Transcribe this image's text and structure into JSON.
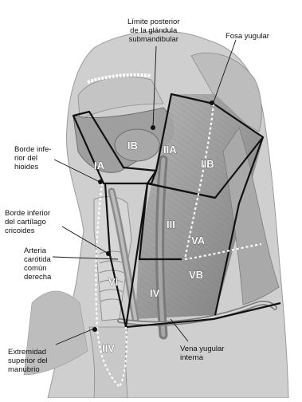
{
  "figure": {
    "labels": {
      "limite": [
        "Límite posterior",
        "de la glándula",
        "submandibular"
      ],
      "fosa": [
        "Fosa yugular"
      ],
      "borde_hioides": [
        "Borde infe-",
        "rior del",
        "hioides"
      ],
      "borde_cricoides": [
        "Borde inferior",
        "del cartílago",
        "cricoides"
      ],
      "arteria": [
        "Arteria",
        "carótida",
        "común",
        "derecha"
      ],
      "extremidad": [
        "Extremidad",
        "superior del",
        "manubrio"
      ],
      "vena": [
        "Vena yugular",
        "interna"
      ]
    },
    "levels": {
      "IA": "IA",
      "IB": "IB",
      "IIA": "IIA",
      "IIB": "IIB",
      "III": "III",
      "IV": "IV",
      "VA": "VA",
      "VB": "VB",
      "VI": "VI",
      "VII": "IIV"
    }
  }
}
